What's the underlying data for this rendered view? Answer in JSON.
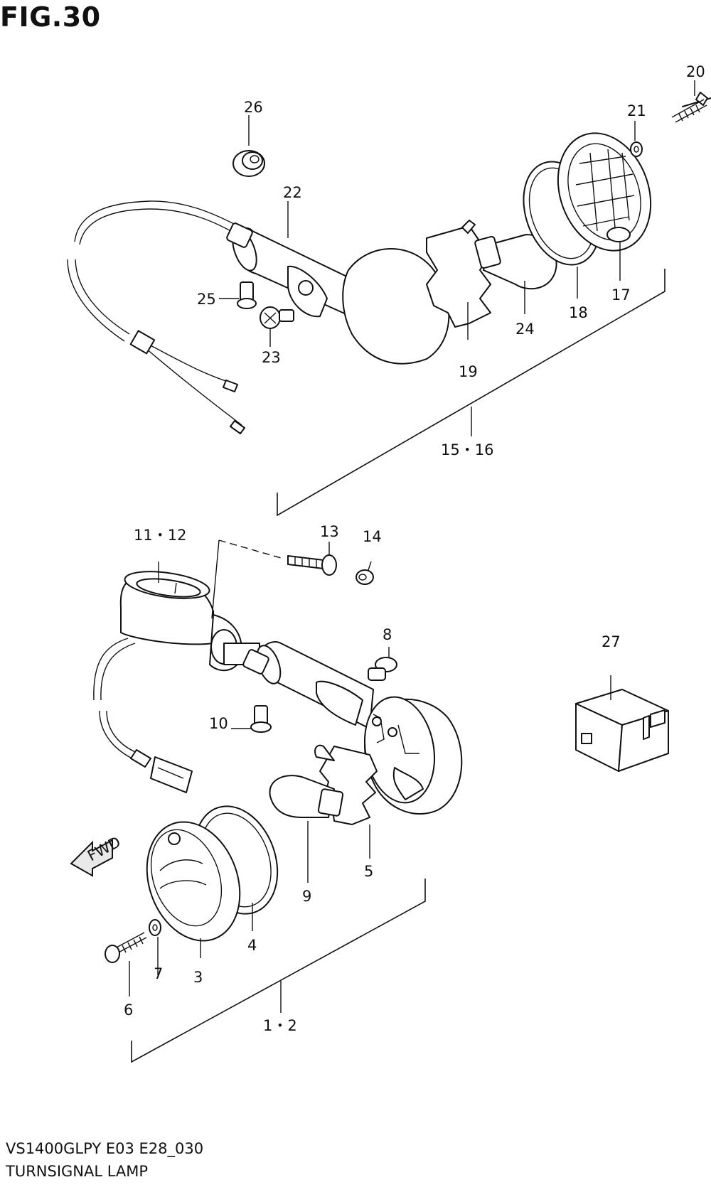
{
  "header": {
    "figure_label": "FIG.30"
  },
  "footer": {
    "model_code": "VS1400GLPY E03 E28_030",
    "diagram_title": "TURNSIGNAL LAMP"
  },
  "direction_arrow": {
    "label": "FWD"
  },
  "callouts": {
    "p1_2": "1・2",
    "p3": "3",
    "p4": "4",
    "p5": "5",
    "p6": "6",
    "p7": "7",
    "p8": "8",
    "p9": "9",
    "p10": "10",
    "p11_12": "11・12",
    "p13": "13",
    "p14": "14",
    "p15_16": "15・16",
    "p17": "17",
    "p18": "18",
    "p19": "19",
    "p20": "20",
    "p21": "21",
    "p22": "22",
    "p23": "23",
    "p24": "24",
    "p25": "25",
    "p26": "26",
    "p27": "27"
  }
}
